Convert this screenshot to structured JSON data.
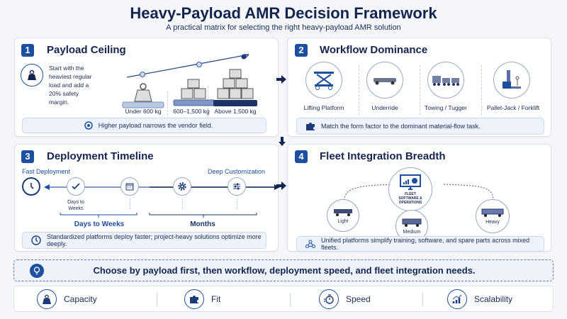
{
  "title": "Heavy-Payload AMR Decision Framework",
  "subtitle": "A practical matrix for selecting the right heavy-payload AMR solution",
  "colors": {
    "navy": "#15234f",
    "accent": "#1d4fa0",
    "light": "#eef3fb"
  },
  "panels": [
    {
      "number": "1",
      "title": "Payload Ceiling",
      "description": "Start with the heaviest regular load and add a 20% safety margin.",
      "tiers": [
        "Under 600 kg",
        "600–1,500 kg",
        "Above 1,500 kg"
      ],
      "note": "Higher payload narrows the vendor field.",
      "icons": [
        "weight-icon",
        "target-icon"
      ]
    },
    {
      "number": "2",
      "title": "Workflow Dominance",
      "form_factors": [
        "Lifting Platform",
        "Underride",
        "Towing / Tugger",
        "Pallet-Jack / Forklift"
      ],
      "note": "Match the form factor to the dominant material-flow task.",
      "icons": [
        "puzzle-icon"
      ]
    },
    {
      "number": "3",
      "title": "Deployment Timeline",
      "left_label": "Fast Deployment",
      "right_label": "Deep Customization",
      "point_label": "Days to Weeks",
      "ranges": [
        "Days to Weeks",
        "Months"
      ],
      "note": "Standardized platforms deploy faster; project-heavy solutions optimize more deeply.",
      "icons": [
        "clock-icon",
        "check-icon",
        "calendar-icon",
        "gear-icon",
        "sliders-icon"
      ]
    },
    {
      "number": "4",
      "title": "Fleet Integration Breadth",
      "hub": "FLEET SOFTWARE & OPERATIONS",
      "vehicles": [
        "Light",
        "Medium",
        "Heavy"
      ],
      "note": "Unified platforms simplify training, software, and spare parts across mixed fleets.",
      "icons": [
        "monitor-chart-icon",
        "network-icon"
      ]
    }
  ],
  "banner": "Choose by payload first, then workflow, deployment speed, and fleet integration needs.",
  "footer": [
    {
      "label": "Capacity",
      "icon": "weight-icon"
    },
    {
      "label": "Fit",
      "icon": "puzzle-icon"
    },
    {
      "label": "Speed",
      "icon": "stopwatch-icon"
    },
    {
      "label": "Scalability",
      "icon": "growth-chart-icon"
    }
  ]
}
